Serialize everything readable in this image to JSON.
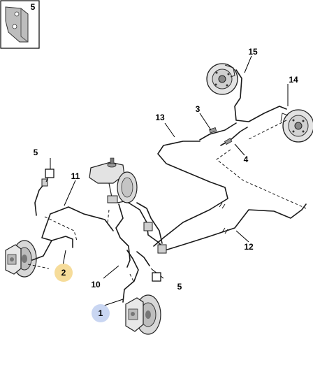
{
  "inset": {
    "label": "5"
  },
  "callouts": {
    "c1": "1",
    "c2": "2",
    "c3": "3",
    "c4": "4",
    "c5a": "5",
    "c5b": "5",
    "c10": "10",
    "c11": "11",
    "c12": "12",
    "c13": "13",
    "c14": "14",
    "c15": "15"
  },
  "colors": {
    "highlight_1": "#c9d6f2",
    "highlight_2": "#f6dc9a",
    "line": "#1a1a1a",
    "component_fill": "#e6e6e6"
  }
}
